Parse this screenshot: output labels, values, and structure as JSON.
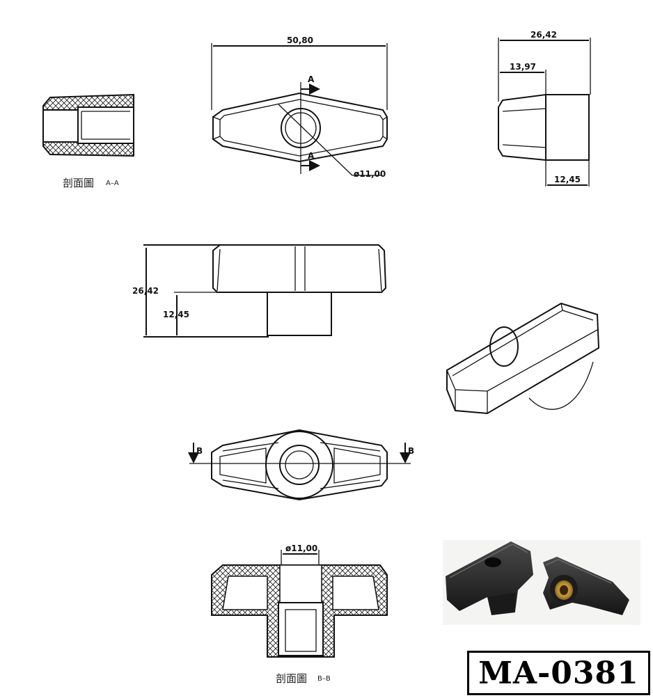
{
  "drawing": {
    "dimensions": {
      "length": "50,80",
      "total_height_top": "26,42",
      "upper_part": "13,97",
      "hub_height_side": "12,45",
      "hole_top": "ø11,00",
      "total_height_front": "26,42",
      "hub_height_front": "12,45",
      "hole_section": "ø11,00"
    },
    "section_marks": {
      "a_top": "A",
      "a_bottom": "A",
      "b_left": "B",
      "b_right": "B"
    },
    "captions": {
      "section_aa_label": "剖面圖",
      "section_aa_code": "A–A",
      "section_bb_label": "剖面圖",
      "section_bb_code": "B–B"
    },
    "photo": {
      "description_icon": "wing-knob-photo"
    },
    "model": "MA-0381"
  }
}
